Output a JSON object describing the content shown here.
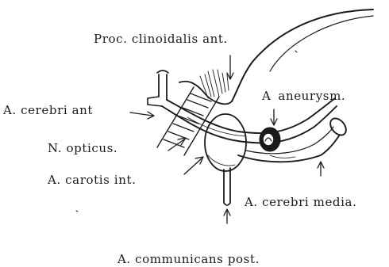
{
  "labels": {
    "proc_clinoidalis": "Proc. clinoidalis ant.",
    "aneurysm": "A  aneurysm.",
    "cerebri_ant": "A. cerebri ant",
    "opticus": "N. opticus.",
    "carotis": "A. carotis int.",
    "cerebri_media": "A. cerebri media.",
    "communicans": "A. communicans post."
  },
  "colors": {
    "ink": "#1a1a1a",
    "paper": "#ffffff"
  }
}
